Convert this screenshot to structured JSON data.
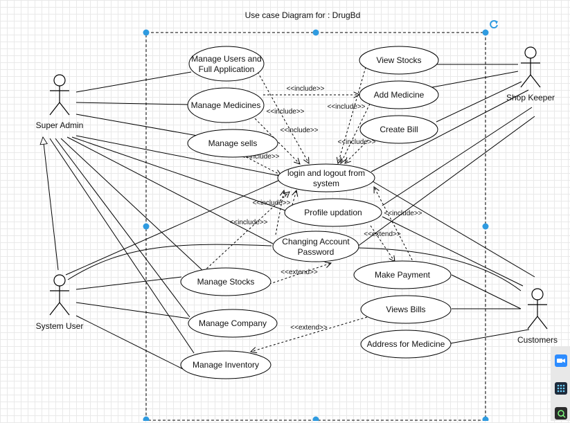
{
  "title": "Use case Diagram for : DrugBd",
  "actors": [
    {
      "id": "super-admin",
      "label": "Super Admin"
    },
    {
      "id": "system-user",
      "label": "System User"
    },
    {
      "id": "shop-keeper",
      "label": "Shop Keeper"
    },
    {
      "id": "customers",
      "label": "Customers"
    }
  ],
  "use_cases": [
    {
      "id": "manage-users",
      "label1": "Manage Users and",
      "label2": "Full Application"
    },
    {
      "id": "manage-medicines",
      "label1": "Manage Medicines"
    },
    {
      "id": "manage-sells",
      "label1": "Manage sells"
    },
    {
      "id": "view-stocks",
      "label1": "View Stocks"
    },
    {
      "id": "add-medicine",
      "label1": "Add Medicine"
    },
    {
      "id": "create-bill",
      "label1": "Create Bill"
    },
    {
      "id": "login-logout",
      "label1": "login and logout from",
      "label2": "system"
    },
    {
      "id": "profile-updation",
      "label1": "Profile updation"
    },
    {
      "id": "changing-password",
      "label1": "Changing Account",
      "label2": "Password"
    },
    {
      "id": "manage-stocks",
      "label1": "Manage Stocks"
    },
    {
      "id": "make-payment",
      "label1": "Make Payment"
    },
    {
      "id": "manage-company",
      "label1": "Manage Company"
    },
    {
      "id": "views-bills",
      "label1": "Views Bills"
    },
    {
      "id": "address-medicine",
      "label1": "Address for Medicine"
    },
    {
      "id": "manage-inventory",
      "label1": "Manage Inventory"
    }
  ],
  "relation_labels": {
    "include": "<<include>>",
    "extend": "<<extend>>"
  },
  "icons": {
    "refresh": "refresh-icon",
    "side1": "video-icon",
    "side2": "grid-icon",
    "side3": "zoom-icon"
  },
  "colors": {
    "selection_handle": "#2f9be0",
    "grid": "#e9e9e9"
  }
}
